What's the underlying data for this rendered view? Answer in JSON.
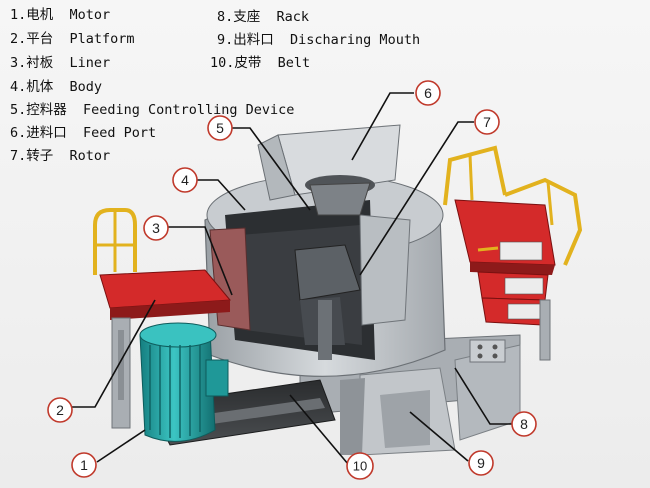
{
  "legend": [
    {
      "num": "1.",
      "cn": "电机",
      "en": "Motor"
    },
    {
      "num": "2.",
      "cn": "平台",
      "en": "Platform"
    },
    {
      "num": "3.",
      "cn": "衬板",
      "en": "Liner"
    },
    {
      "num": "4.",
      "cn": "机体",
      "en": "Body"
    },
    {
      "num": "5.",
      "cn": "控料器",
      "en": "Feeding Controlling Device"
    },
    {
      "num": "6.",
      "cn": "进料口",
      "en": "Feed Port"
    },
    {
      "num": "7.",
      "cn": "转子",
      "en": "Rotor"
    },
    {
      "num": "8.",
      "cn": "支座",
      "en": "Rack"
    },
    {
      "num": "9.",
      "cn": "出料口",
      "en": "Discharing Mouth"
    },
    {
      "num": "10.",
      "cn": "皮带",
      "en": "Belt"
    }
  ],
  "callouts": [
    "1",
    "2",
    "3",
    "4",
    "5",
    "6",
    "7",
    "8",
    "9",
    "10"
  ],
  "colors": {
    "callout_ring": "#c0392b",
    "platform_red": "#d42a2a",
    "rail_yellow": "#e2b21e",
    "motor_teal": "#23a7a6",
    "machine_gray": "#b7bcc0"
  }
}
